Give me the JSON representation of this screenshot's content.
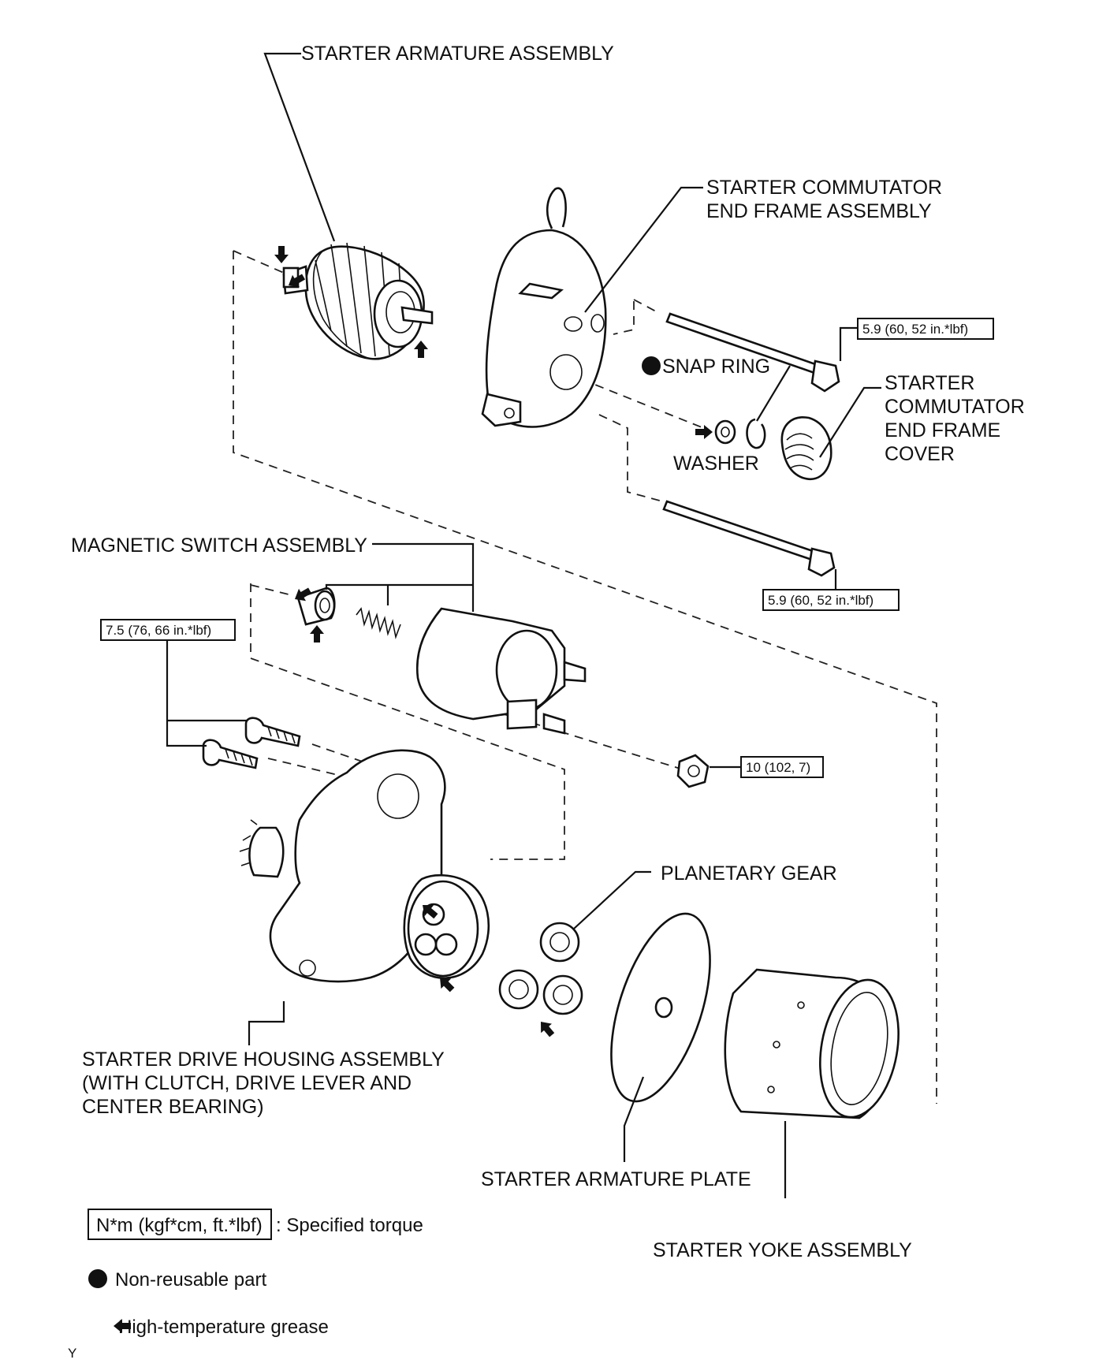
{
  "labels": {
    "armature": "STARTER ARMATURE ASSEMBLY",
    "commutator_end_frame_1": "STARTER COMMUTATOR",
    "commutator_end_frame_2": "END FRAME ASSEMBLY",
    "snap_ring": "SNAP RING",
    "cover_1": "STARTER",
    "cover_2": "COMMUTATOR",
    "cover_3": "END FRAME",
    "cover_4": "COVER",
    "washer": "WASHER",
    "magnetic_switch": "MAGNETIC SWITCH ASSEMBLY",
    "planetary_gear": "PLANETARY GEAR",
    "drive_housing_1": "STARTER DRIVE HOUSING ASSEMBLY",
    "drive_housing_2": "(WITH CLUTCH, DRIVE LEVER AND",
    "drive_housing_3": "CENTER BEARING)",
    "armature_plate": "STARTER ARMATURE PLATE",
    "yoke": "STARTER YOKE ASSEMBLY"
  },
  "torques": {
    "through_bolt_upper": "5.9 (60, 52 in.*lbf)",
    "through_bolt_lower": "5.9 (60, 52 in.*lbf)",
    "switch_screws": "7.5 (76, 66 in.*lbf)",
    "terminal_nut": "10 (102, 7)"
  },
  "legend": {
    "torque_box": "N*m (kgf*cm, ft.*lbf)",
    "torque_desc": ": Specified torque",
    "non_reusable": "Non-reusable part",
    "grease": "High-temperature grease"
  },
  "corner_code": "Y",
  "icons": {
    "non_reusable": "filled-circle-icon",
    "grease": "arrow-icon"
  }
}
